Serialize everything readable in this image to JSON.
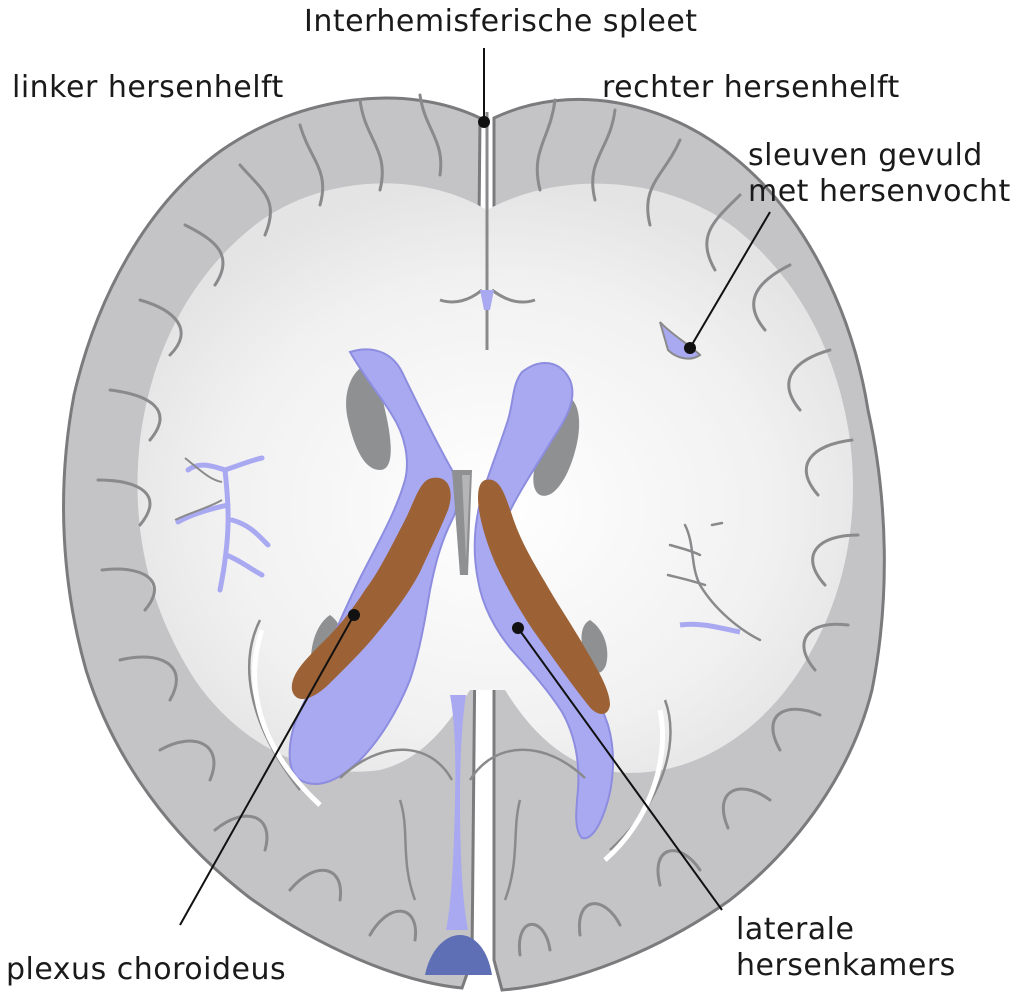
{
  "labels": {
    "interhemispheric": "Interhemisferische spleet",
    "left_hemisphere": "linker hersenhelft",
    "right_hemisphere": "rechter hersenhelft",
    "sulci_line1": "sleuven gevuld",
    "sulci_line2": "met hersenvocht",
    "plexus": "plexus choroideus",
    "ventricles_line1": "laterale",
    "ventricles_line2": "hersenkamers"
  },
  "colors": {
    "cortex": "#c4c4c6",
    "white_matter": "#ececec",
    "csf": "#a9a9f2",
    "csf_deep": "#5f6fb5",
    "choroid_plexus": "#9c6235",
    "deep_gray": "#8f9092",
    "outline": "#7b7b7d",
    "text": "#1a1a1a"
  }
}
